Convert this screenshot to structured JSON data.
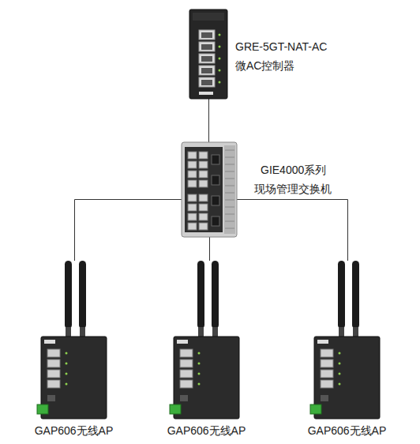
{
  "diagram": {
    "nodes": [
      {
        "text": [
          "GRE-5GT-NAT-AC",
          "微AC控制器"
        ]
      },
      {
        "text": [
          "GIE4000系列",
          "现场管理交换机"
        ]
      },
      {
        "text": [
          "GAP606无线AP"
        ]
      },
      {
        "text": [
          "GAP606无线AP"
        ]
      },
      {
        "text": [
          "GAP606无线AP"
        ]
      }
    ],
    "edges": [
      {
        "from": 0,
        "to": 1,
        "arrow": "none"
      },
      {
        "from": 1,
        "to": 2,
        "arrow": "none"
      },
      {
        "from": 1,
        "to": 3,
        "arrow": "none"
      },
      {
        "from": 1,
        "to": 4,
        "arrow": "none"
      }
    ]
  }
}
